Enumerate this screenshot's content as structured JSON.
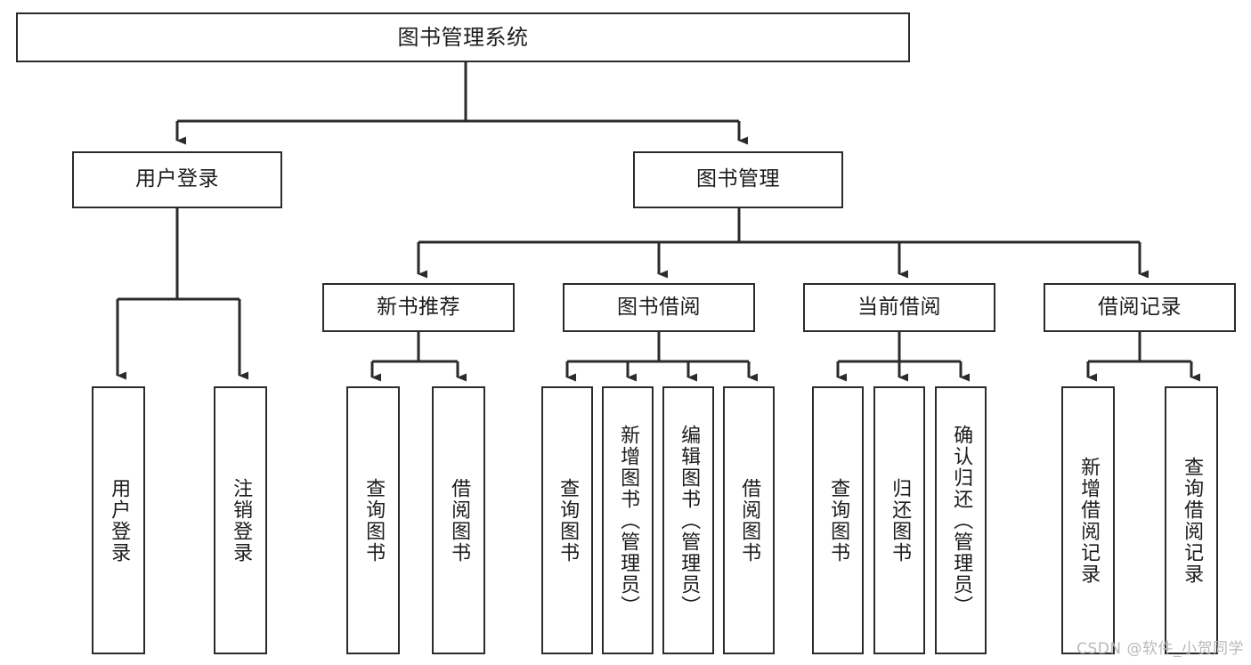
{
  "diagram": {
    "title": "图书管理系统",
    "watermark": "CSDN @软件_小贺同学",
    "colors": {
      "stroke": "#2b2b2b",
      "fill": "#ffffff",
      "text": "#1c1c1c",
      "watermark": "#b9b9b9"
    },
    "nodes": {
      "root": "图书管理系统",
      "level2": [
        "用户登录",
        "图书管理"
      ],
      "level3": [
        "新书推荐",
        "图书借阅",
        "当前借阅",
        "借阅记录"
      ],
      "leaves": {
        "user_login": [
          "用户登录",
          "注销登录"
        ],
        "new_book": [
          "查询图书",
          "借阅图书"
        ],
        "book_borrow": [
          "查询图书",
          "新增图书（管理员）",
          "编辑图书（管理员）",
          "借阅图书"
        ],
        "current_borrow": [
          "查询图书",
          "归还图书",
          "确认归还（管理员）"
        ],
        "borrow_record": [
          "新增借阅记录",
          "查询借阅记录"
        ]
      }
    }
  }
}
